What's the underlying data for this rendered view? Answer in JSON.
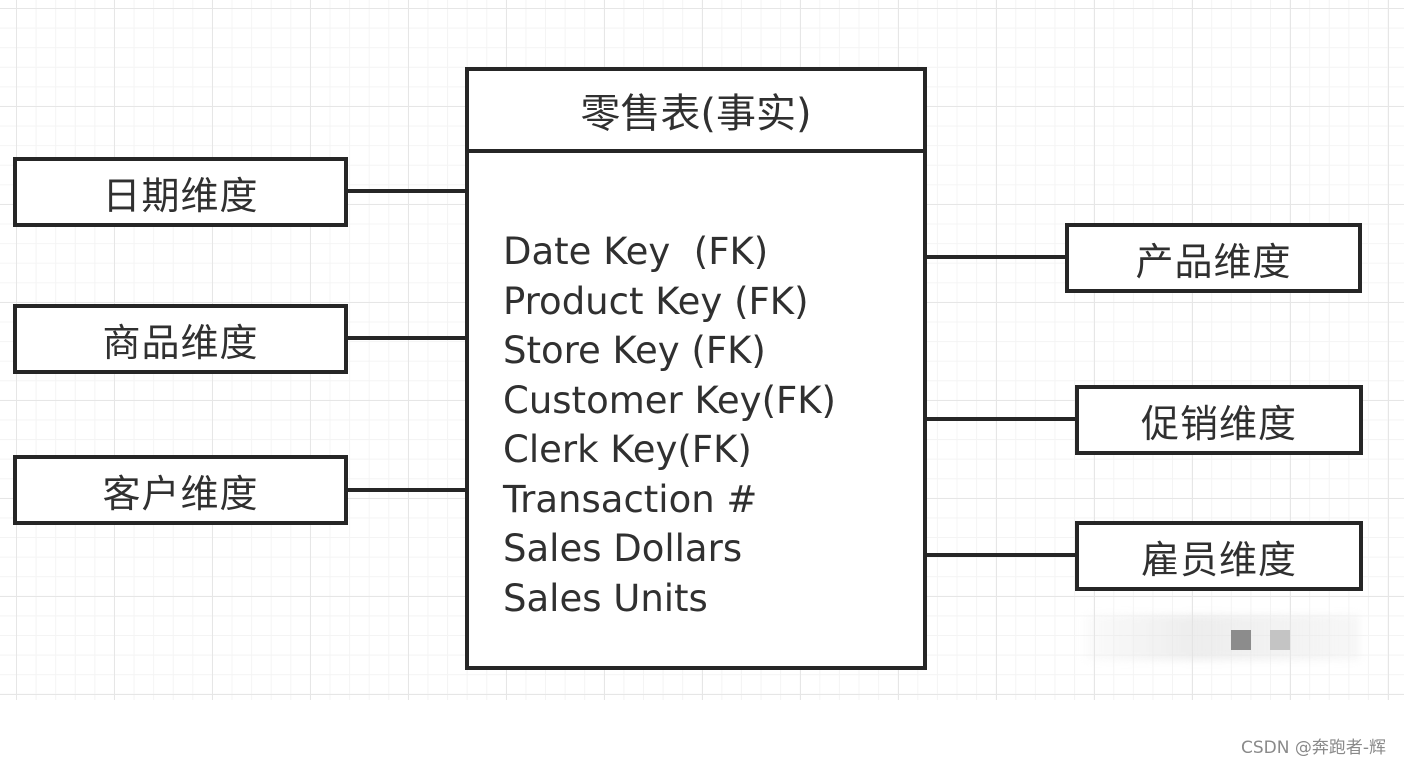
{
  "fact_table": {
    "title": "零售表(事实)",
    "fields": [
      "Date Key  (FK)",
      "Product Key (FK)",
      "Store Key (FK)",
      "Customer Key(FK)",
      "Clerk Key(FK)",
      "Transaction #",
      "Sales Dollars",
      "Sales Units"
    ]
  },
  "dimensions": {
    "date": "日期维度",
    "goods": "商品维度",
    "customer": "客户维度",
    "product": "产品维度",
    "promotion": "促销维度",
    "employee": "雇员维度"
  },
  "credit": "CSDN @奔跑者-辉",
  "colors": {
    "line": "#262626",
    "text": "#303030",
    "grid": "#e6e6e6"
  }
}
